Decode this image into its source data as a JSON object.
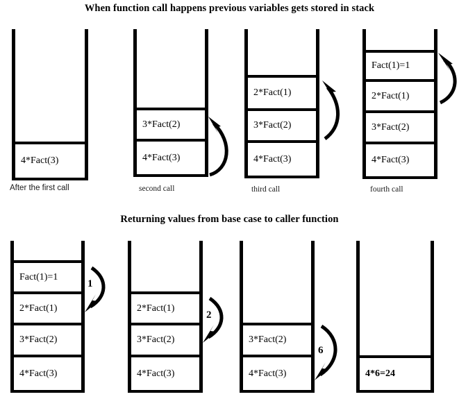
{
  "headings": {
    "top": "When function call happens previous variables gets stored in stack",
    "bottom": "Returning values from base case to caller function"
  },
  "top_row": {
    "stacks": [
      {
        "caption": "After the first call",
        "cells": [
          "4*Fact(3)"
        ],
        "arrow": null
      },
      {
        "caption": "second call",
        "cells": [
          "3*Fact(2)",
          "4*Fact(3)"
        ],
        "arrow": {
          "direction": "up",
          "label": ""
        }
      },
      {
        "caption": "third call",
        "cells": [
          "2*Fact(1)",
          "3*Fact(2)",
          "4*Fact(3)"
        ],
        "arrow": {
          "direction": "up",
          "label": ""
        }
      },
      {
        "caption": "fourth call",
        "cells": [
          "Fact(1)=1",
          "2*Fact(1)",
          "3*Fact(2)",
          "4*Fact(3)"
        ],
        "arrow": {
          "direction": "up",
          "label": ""
        }
      }
    ]
  },
  "bottom_row": {
    "stacks": [
      {
        "caption": "",
        "cells": [
          "Fact(1)=1",
          "2*Fact(1)",
          "3*Fact(2)",
          "4*Fact(3)"
        ],
        "arrow": {
          "direction": "down",
          "label": "1"
        }
      },
      {
        "caption": "",
        "cells": [
          "2*Fact(1)",
          "3*Fact(2)",
          "4*Fact(3)"
        ],
        "arrow": {
          "direction": "down",
          "label": "2"
        }
      },
      {
        "caption": "",
        "cells": [
          "3*Fact(2)",
          "4*Fact(3)"
        ],
        "arrow": {
          "direction": "down",
          "label": "6"
        }
      },
      {
        "caption": "",
        "cells": [
          "4*6=24"
        ],
        "arrow": null
      }
    ]
  },
  "colors": {
    "ink": "#000000",
    "background": "#ffffff"
  }
}
